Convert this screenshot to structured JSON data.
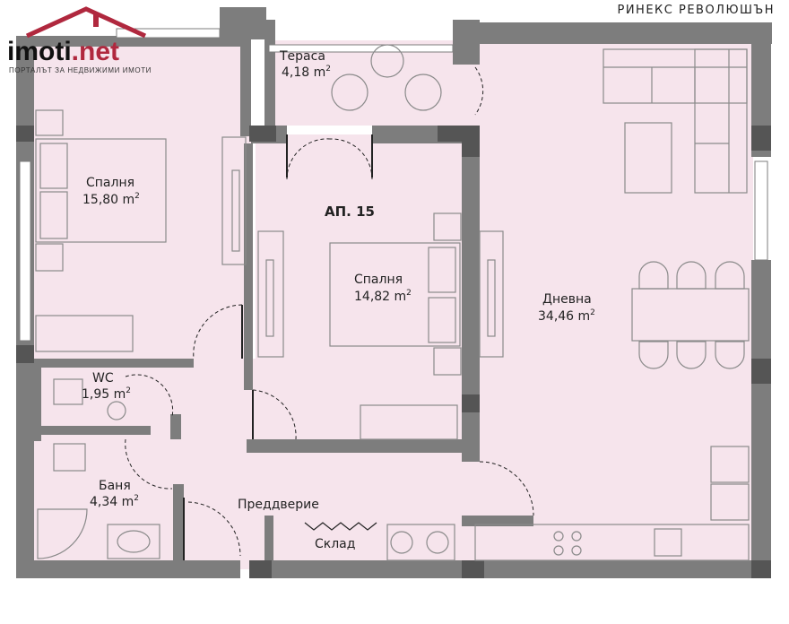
{
  "company": "РИНЕКС РЕВОЛЮШЪН",
  "logo": {
    "brand": "imoti.net",
    "brand_main": "imoti",
    "brand_tld": ".net",
    "tagline": "ПОРТАЛЪТ ЗА НЕДВИЖИМИ ИМОТИ"
  },
  "apartment": "АП. 15",
  "rooms": {
    "terrace": {
      "name": "Тераса",
      "area": "4,18 m",
      "sup": "2"
    },
    "bedroom1": {
      "name": "Спалня",
      "area": "15,80 m",
      "sup": "2"
    },
    "bedroom2": {
      "name": "Спалня",
      "area": "14,82 m",
      "sup": "2"
    },
    "living": {
      "name": "Дневна",
      "area": "34,46 m",
      "sup": "2"
    },
    "wc": {
      "name": "WC",
      "area": "1,95 m",
      "sup": "2"
    },
    "bath": {
      "name": "Баня",
      "area": "4,34 m",
      "sup": "2"
    },
    "hall": {
      "name": "Преддверие"
    },
    "storage": {
      "name": "Склад"
    }
  },
  "colors": {
    "floor": "#f6e4ec",
    "wall": "#7d7d7d",
    "furniture_line": "#8a8a8a",
    "brand_red": "#b0283e",
    "text": "#222222"
  }
}
